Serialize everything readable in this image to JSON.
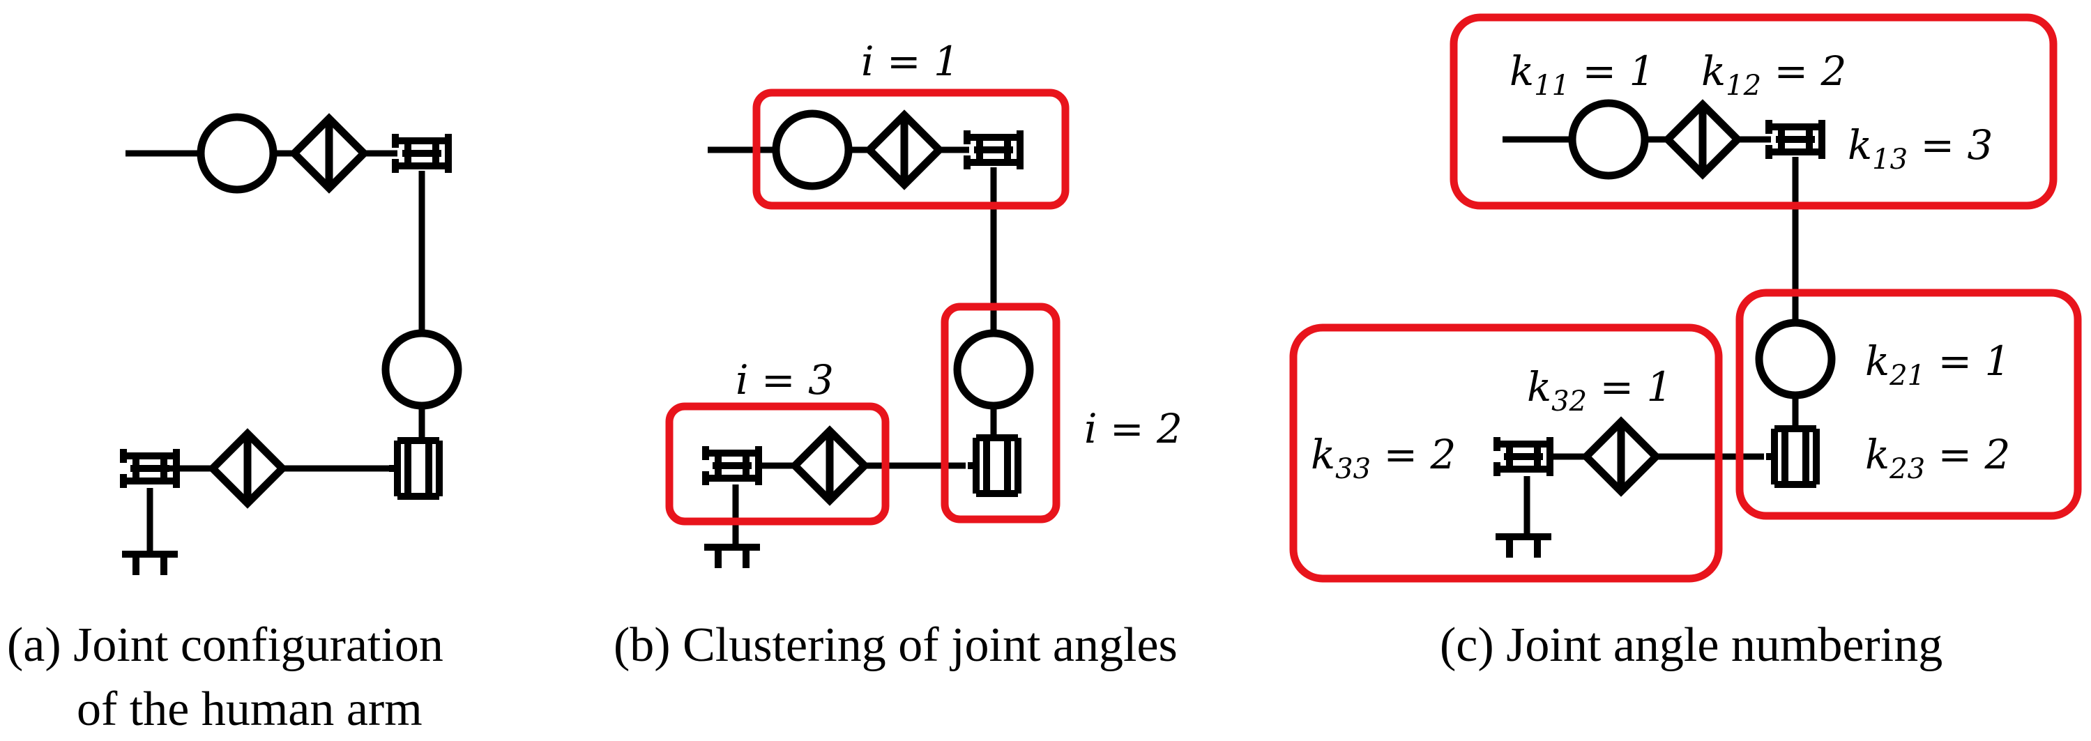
{
  "panels": {
    "a": {
      "caption_line1": "(a) Joint configuration",
      "caption_line2": "of the human arm"
    },
    "b": {
      "caption": "(b) Clustering of joint angles",
      "labels": {
        "i1": "i = 1",
        "i2": "i = 2",
        "i3": "i = 3"
      }
    },
    "c": {
      "caption": "(c) Joint angle numbering",
      "labels": {
        "k11": {
          "base": "k",
          "sub": "11",
          "rest": " = 1"
        },
        "k12": {
          "base": "k",
          "sub": "12",
          "rest": " = 2"
        },
        "k13": {
          "base": "k",
          "sub": "13",
          "rest": " = 3"
        },
        "k21": {
          "base": "k",
          "sub": "21",
          "rest": " = 1"
        },
        "k23": {
          "base": "k",
          "sub": "23",
          "rest": " = 2"
        },
        "k32": {
          "base": "k",
          "sub": "32",
          "rest": " = 1"
        },
        "k33": {
          "base": "k",
          "sub": "33",
          "rest": " = 2"
        }
      }
    }
  },
  "colors": {
    "line": "#000000",
    "cluster_box": "#e8141c"
  }
}
